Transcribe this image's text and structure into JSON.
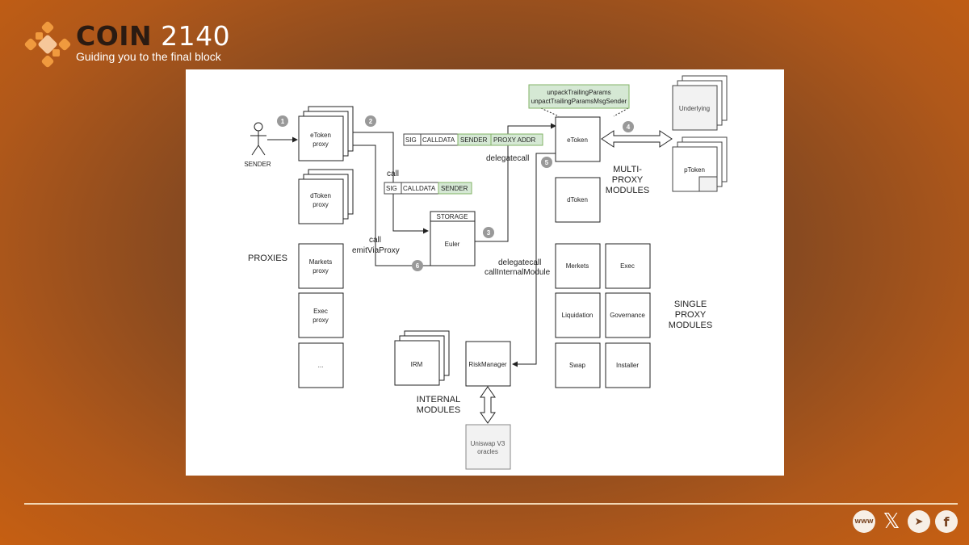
{
  "brand": {
    "name_bold": "COIN",
    "name_rest": " 2140",
    "tagline": "Guiding you to the final block",
    "accent": "#f09a3e"
  },
  "diagram": {
    "sender": "SENDER",
    "etoken_proxy": [
      "eToken",
      "proxy"
    ],
    "dtoken_proxy": [
      "dToken",
      "proxy"
    ],
    "markets_proxy": [
      "Markets",
      "proxy"
    ],
    "exec_proxy": [
      "Exec",
      "proxy"
    ],
    "ellipsis": "...",
    "proxies": "PROXIES",
    "call": "call",
    "call2": "call",
    "emit": "emitViaProxy",
    "storage": "STORAGE",
    "euler": "Euler",
    "delegatecall": "delegatecall",
    "delegatecall2": "delegatecall",
    "call_internal": "callInternalModule",
    "sig": "SIG",
    "calldata": "CALLDATA",
    "sender_field": "SENDER",
    "proxy_addr": "PROXY ADDR",
    "trailing": [
      "unpackTrailingParams",
      "unpactTrailingParamsMsgSender"
    ],
    "etoken": "eToken",
    "dtoken": "dToken",
    "multi": [
      "MULTI-",
      "PROXY",
      "MODULES"
    ],
    "underlying": "Underlying",
    "ptoken": "pToken",
    "single": [
      "SINGLE",
      "PROXY",
      "MODULES"
    ],
    "modules": [
      "Merkets",
      "Exec",
      "Liquidation",
      "Governance",
      "Swap",
      "Installer"
    ],
    "irm": "IRM",
    "risk": "RiskManager",
    "internal": [
      "INTERNAL",
      "MODULES"
    ],
    "uniswap": [
      "Uniswap V3",
      "oracles"
    ],
    "steps": [
      "1",
      "2",
      "3",
      "4",
      "5",
      "6"
    ]
  },
  "social": {
    "web": "WWW",
    "x": "𝕏",
    "tg": "➤",
    "fb": "f"
  }
}
